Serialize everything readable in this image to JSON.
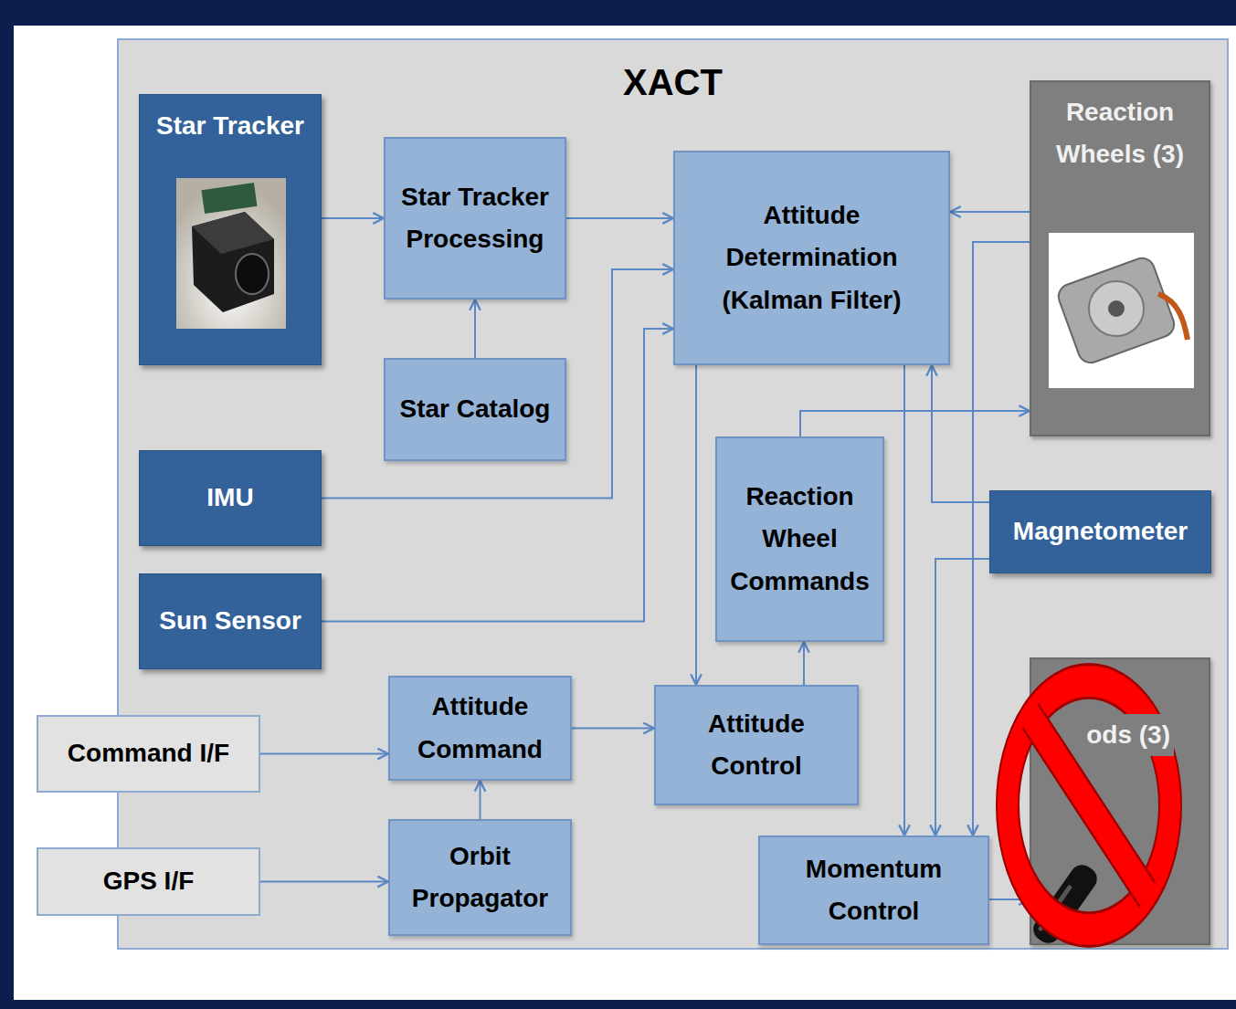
{
  "diagram": {
    "nodes": [
      {
        "text": [
          "XACT"
        ]
      },
      {
        "text": [
          "Star Tracker"
        ],
        "in": 0
      },
      {
        "text": [
          "Star Tracker Processing"
        ],
        "in": 0
      },
      {
        "text": [
          "Attitude Determination (Kalman Filter)"
        ],
        "in": 0
      },
      {
        "text": [
          "Reaction Wheels (3)"
        ],
        "in": 0
      },
      {
        "text": [
          "Star Catalog"
        ],
        "in": 0
      },
      {
        "text": [
          "IMU"
        ],
        "in": 0
      },
      {
        "text": [
          "Reaction Wheel Commands"
        ],
        "in": 0
      },
      {
        "text": [
          "Magnetometer"
        ],
        "in": 0
      },
      {
        "text": [
          "Sun Sensor"
        ],
        "in": 0
      },
      {
        "text": [
          "Command I/F"
        ]
      },
      {
        "text": [
          "Attitude Command"
        ],
        "in": 0
      },
      {
        "text": [
          "Attitude Control"
        ],
        "in": 0
      },
      {
        "text": [
          "ods (3)"
        ],
        "in": 0
      },
      {
        "text": [
          "GPS I/F"
        ]
      },
      {
        "text": [
          "Orbit Propagator"
        ],
        "in": 0
      },
      {
        "text": [
          "Momentum Control"
        ],
        "in": 0
      }
    ],
    "edges": [
      {
        "from": 1,
        "to": 2,
        "arrow": "to"
      },
      {
        "from": 5,
        "to": 2,
        "arrow": "to"
      },
      {
        "from": 2,
        "to": 3,
        "arrow": "to"
      },
      {
        "from": 6,
        "to": 3,
        "arrow": "to"
      },
      {
        "from": 9,
        "to": 3,
        "arrow": "to"
      },
      {
        "from": 4,
        "to": 3,
        "arrow": "to"
      },
      {
        "from": 3,
        "to": 12,
        "arrow": "to"
      },
      {
        "from": 3,
        "to": 16,
        "arrow": "to"
      },
      {
        "from": 8,
        "to": 3,
        "arrow": "to"
      },
      {
        "from": 8,
        "to": 16,
        "arrow": "to"
      },
      {
        "from": 4,
        "to": 16,
        "arrow": "to"
      },
      {
        "from": 7,
        "to": 4,
        "arrow": "to"
      },
      {
        "from": 12,
        "to": 7,
        "arrow": "to"
      },
      {
        "from": 11,
        "to": 12,
        "arrow": "to"
      },
      {
        "from": 10,
        "to": 11,
        "arrow": "to"
      },
      {
        "from": 15,
        "to": 11,
        "arrow": "to"
      },
      {
        "from": 14,
        "to": 15,
        "arrow": "to"
      },
      {
        "from": 16,
        "to": 13,
        "arrow": "to"
      }
    ]
  }
}
